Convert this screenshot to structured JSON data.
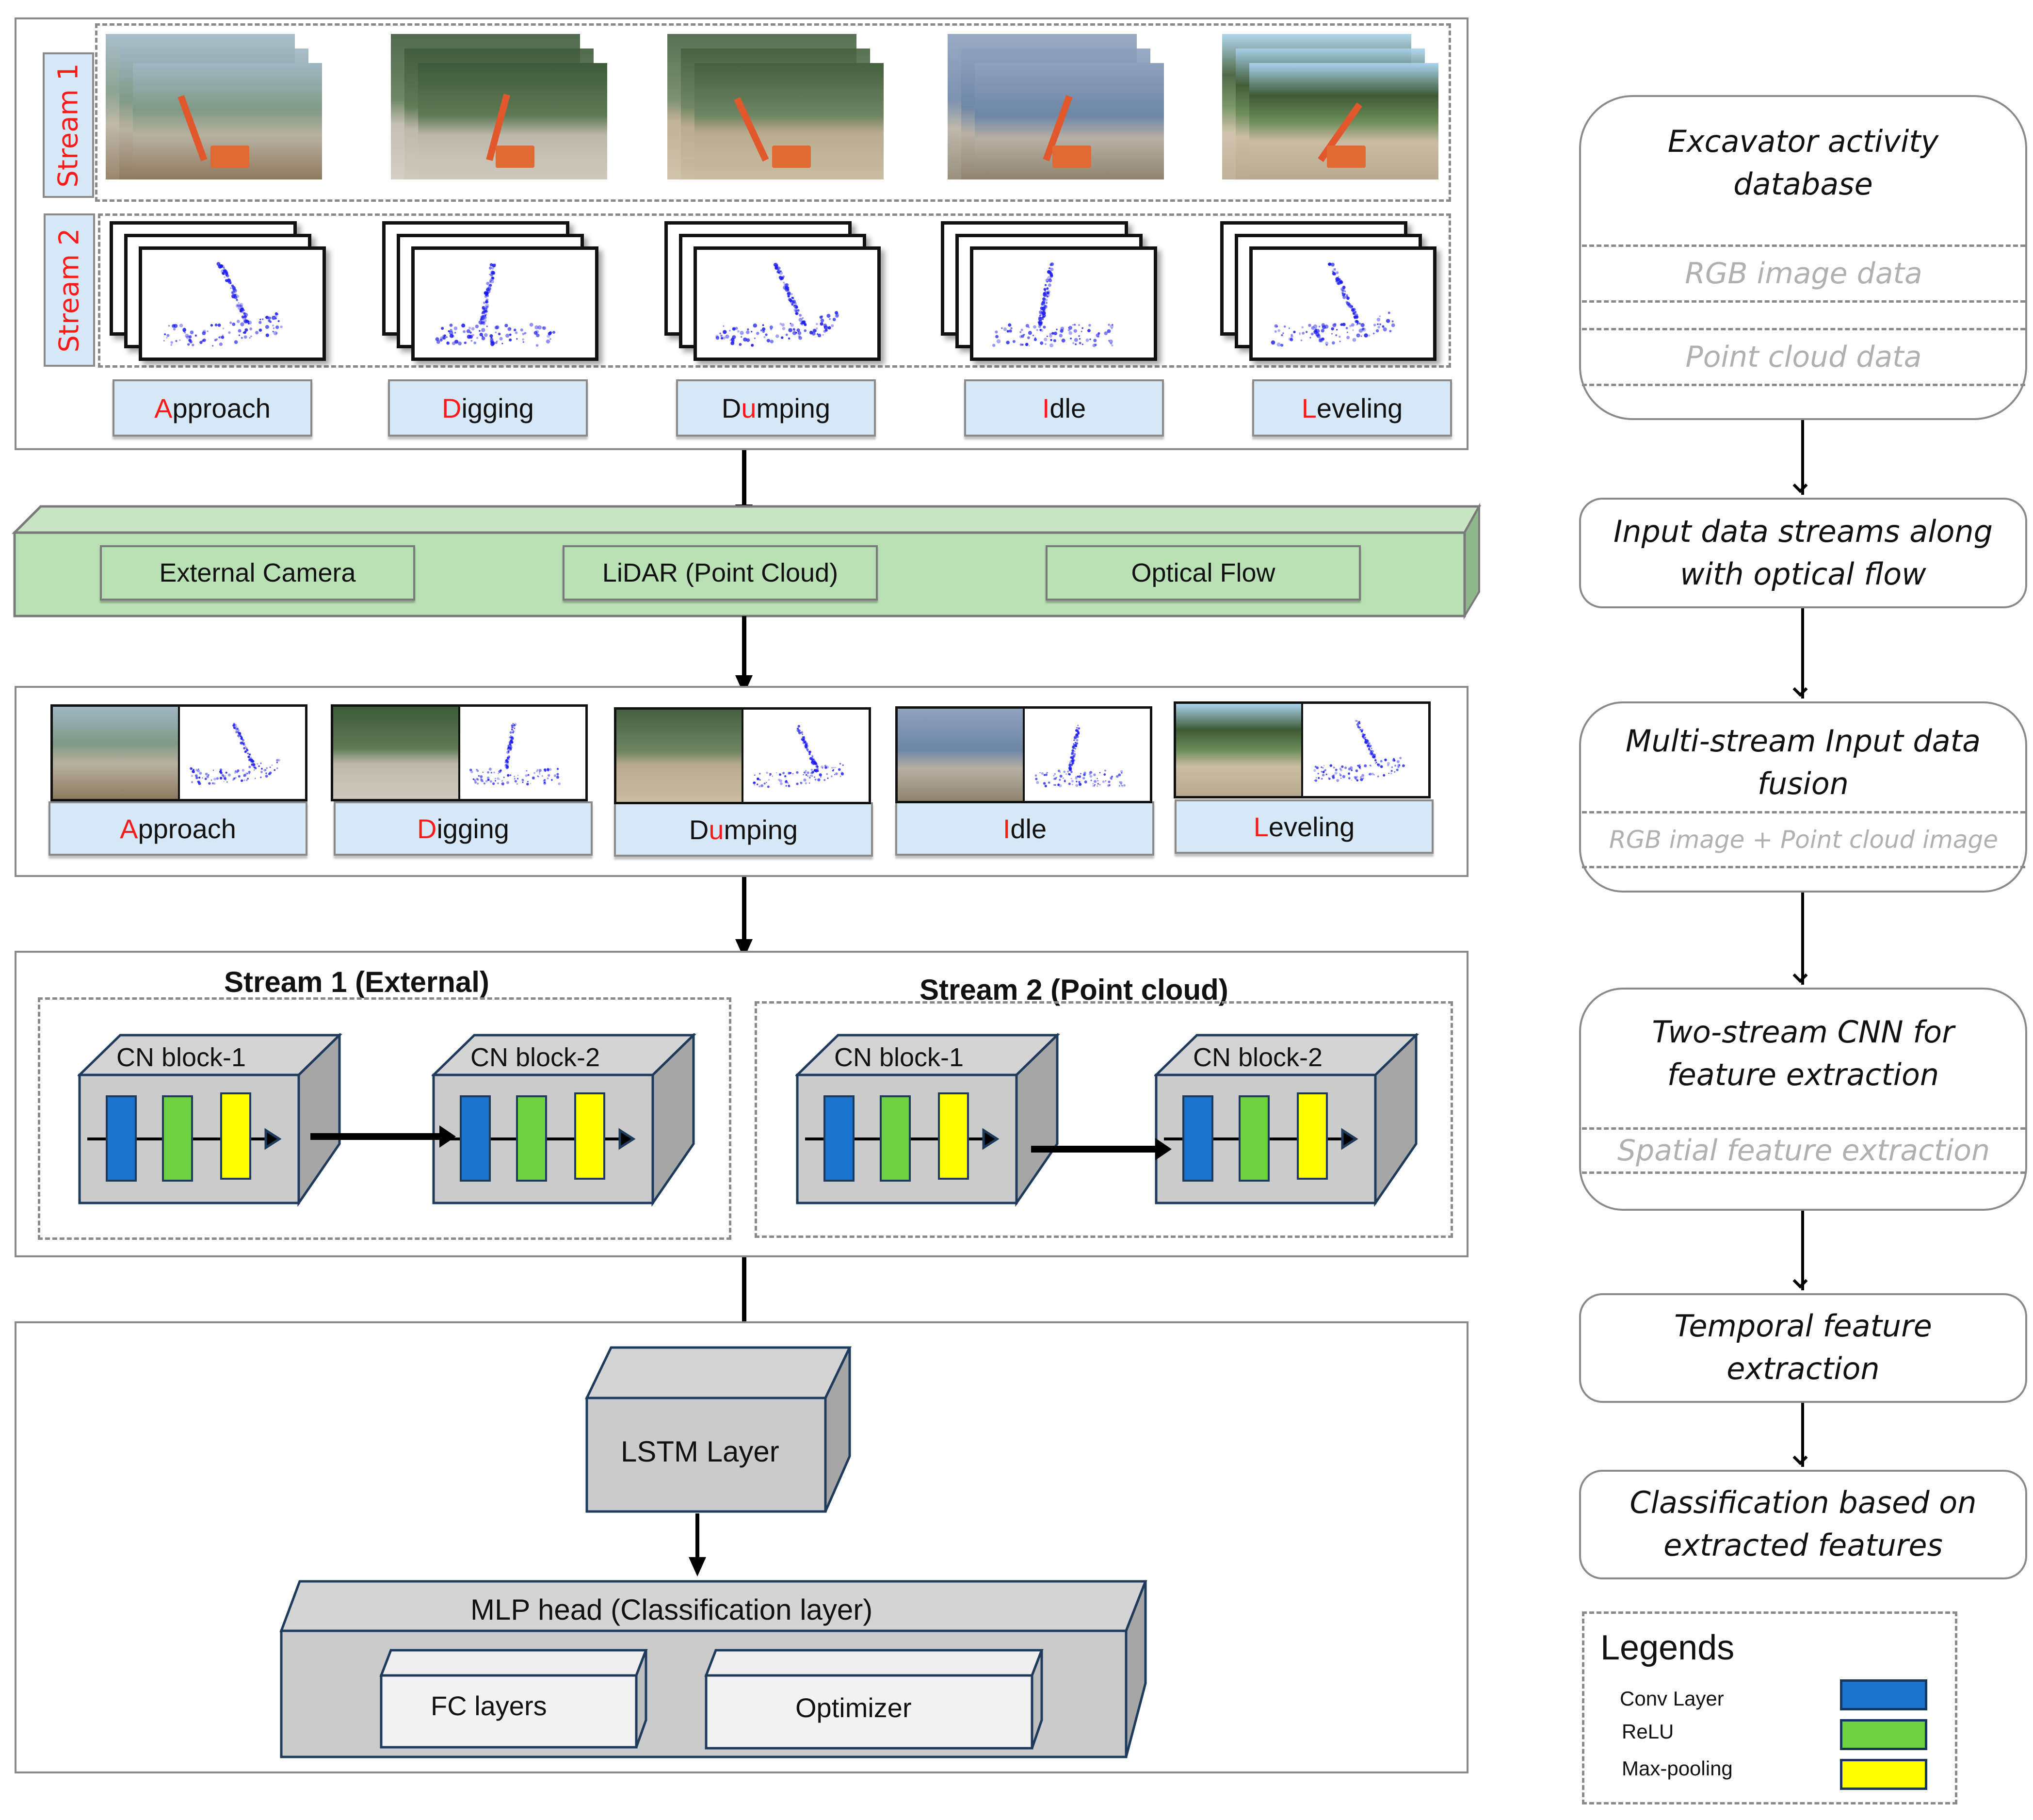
{
  "input_panel": {
    "stream_labels": [
      "Stream 1",
      "Stream 2"
    ],
    "activities": [
      {
        "first": "A",
        "rest": "pproach"
      },
      {
        "first": "D",
        "rest": "igging"
      },
      {
        "first": "D",
        "first_black": true,
        "second": "u",
        "rest": "mping"
      },
      {
        "first": "I",
        "rest": "dle"
      },
      {
        "first": "L",
        "rest": "eveling"
      }
    ]
  },
  "sensor_bar": {
    "items": [
      "External Camera",
      "LiDAR (Point Cloud)",
      "Optical Flow"
    ]
  },
  "fusion_panel": {
    "activities": [
      {
        "first": "A",
        "rest": "pproach"
      },
      {
        "first": "D",
        "rest": "igging"
      },
      {
        "first": "D",
        "first_black": true,
        "second": "u",
        "rest": "mping"
      },
      {
        "first": "I",
        "rest": "dle"
      },
      {
        "first": "L",
        "rest": "eveling"
      }
    ]
  },
  "cnn_panel": {
    "stream1_title": "Stream 1 (External)",
    "stream2_title": "Stream 2 (Point cloud)",
    "block_labels": [
      "CN block-1",
      "CN block-2"
    ]
  },
  "head_panel": {
    "lstm_label": "LSTM Layer",
    "mlp_label": "MLP head (Classification layer)",
    "fc_label": "FC layers",
    "optimizer_label": "Optimizer"
  },
  "flowchart": {
    "steps": [
      {
        "title_lines": [
          "Excavator activity",
          "database"
        ],
        "subs": [
          "RGB image data",
          "Point cloud data"
        ]
      },
      {
        "title_lines": [
          "Input data streams along",
          "with optical flow"
        ],
        "subs": []
      },
      {
        "title_lines": [
          "Multi-stream Input data",
          "fusion"
        ],
        "subs": [
          "RGB image + Point cloud image"
        ]
      },
      {
        "title_lines": [
          "Two-stream CNN for",
          "feature extraction"
        ],
        "subs": [
          "Spatial feature extraction"
        ]
      },
      {
        "title_lines": [
          "Temporal feature",
          "extraction"
        ],
        "subs": []
      },
      {
        "title_lines": [
          "Classification based on",
          "extracted features"
        ],
        "subs": []
      }
    ]
  },
  "legend": {
    "title": "Legends",
    "items": [
      {
        "label": "Conv Layer",
        "color": "#1a73cc"
      },
      {
        "label": "ReLU",
        "color": "#6cd23f"
      },
      {
        "label": "Max-pooling",
        "color": "#ffff00"
      }
    ]
  },
  "colors": {
    "red_initial": "#ff1a1a",
    "label_bg": "#d6e8f6",
    "sensor_green": "#b9e0b4",
    "block_gray": "#cdcdcd",
    "point_cloud_blue": "#1a1aee"
  }
}
